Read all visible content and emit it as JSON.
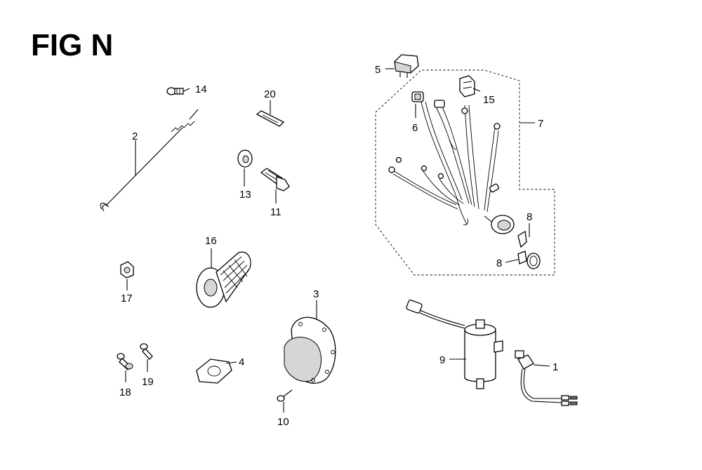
{
  "title": "FIG N",
  "callouts": {
    "c1": "1",
    "c2": "2",
    "c3": "3",
    "c4": "4",
    "c5": "5",
    "c6": "6",
    "c7": "7",
    "c8a": "8",
    "c8b": "8",
    "c9": "9",
    "c10": "10",
    "c11": "11",
    "c13": "13",
    "c14": "14",
    "c15": "15",
    "c16": "16",
    "c17": "17",
    "c18": "18",
    "c19": "19",
    "c20": "20"
  }
}
